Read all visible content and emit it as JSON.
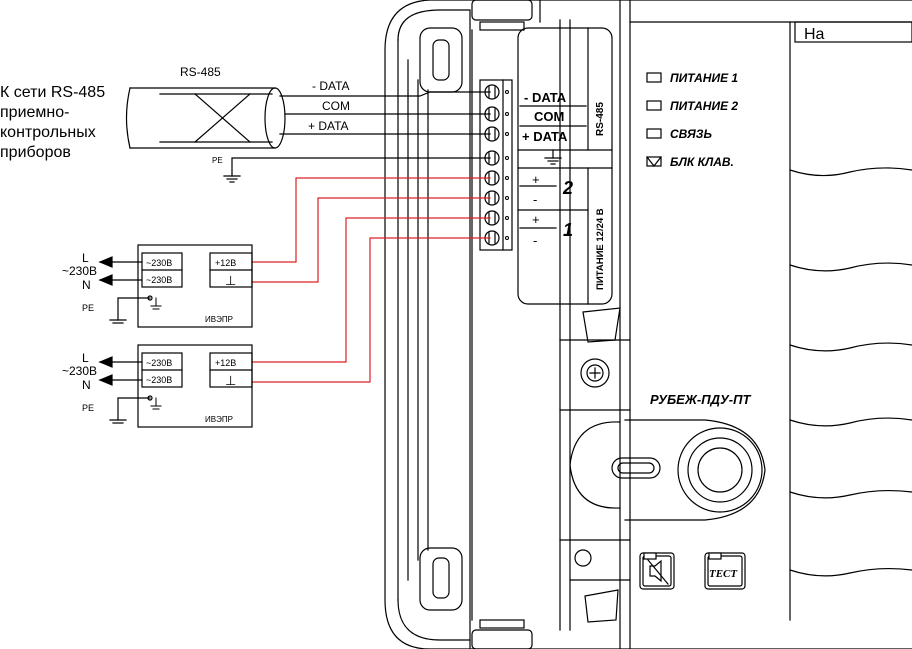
{
  "network": {
    "caption_lines": [
      "К сети RS-485",
      "приемно-",
      "контрольных",
      "приборов"
    ],
    "cable_label": "RS-485",
    "wire_labels": [
      "- DATA",
      "COM",
      "+ DATA"
    ],
    "pe_label": "PE"
  },
  "terminal_block": {
    "rs485_labels": [
      "- DATA",
      "COM",
      "+ DATA"
    ],
    "rs485_title": "RS-485",
    "power_title": "ПИТАНИЕ 12/24 В",
    "input_2": {
      "number": "2",
      "plus": "+",
      "minus": "-"
    },
    "input_1": {
      "number": "1",
      "plus": "+",
      "minus": "-"
    }
  },
  "psu_units": [
    {
      "line_L": "L",
      "voltage": "~230В",
      "line_N": "N",
      "pe": "PE",
      "in_top": "~230В",
      "in_bottom": "~230В",
      "out_top": "+12В",
      "out_bottom": "⊥",
      "name": "ИВЭПР"
    },
    {
      "line_L": "L",
      "voltage": "~230В",
      "line_N": "N",
      "pe": "PE",
      "in_top": "~230В",
      "in_bottom": "~230В",
      "out_top": "+12В",
      "out_bottom": "⊥",
      "name": "ИВЭПР"
    }
  ],
  "device": {
    "indicators": [
      "ПИТАНИЕ 1",
      "ПИТАНИЕ 2",
      "СВЯЗЬ",
      "БЛК КЛАВ."
    ],
    "model": "РУБЕЖ-ПДУ-ПТ",
    "test_button": "ТЕСТ",
    "panel_label": "На"
  },
  "colors": {
    "ink": "#000000",
    "power_wires": "#e02020"
  }
}
